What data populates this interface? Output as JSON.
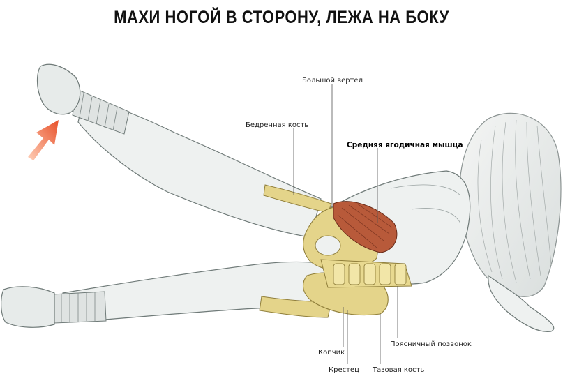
{
  "title": "МАХИ НОГОЙ В СТОРОНУ, ЛЕЖА НА БОКУ",
  "labels": {
    "greater_trochanter": "Большой вертел",
    "femur": "Бедренная кость",
    "gluteus_medius": "Средняя ягодичная мышца",
    "coccyx": "Копчик",
    "sacrum": "Крестец",
    "pelvis": "Тазовая кость",
    "lumbar_vertebra": "Поясничный позвонок"
  },
  "colors": {
    "arrow": "#e8512a",
    "bone": "#e4d48a",
    "muscle": "#b85a3a",
    "outline": "#6f7a78",
    "skin": "#eef1f0"
  }
}
